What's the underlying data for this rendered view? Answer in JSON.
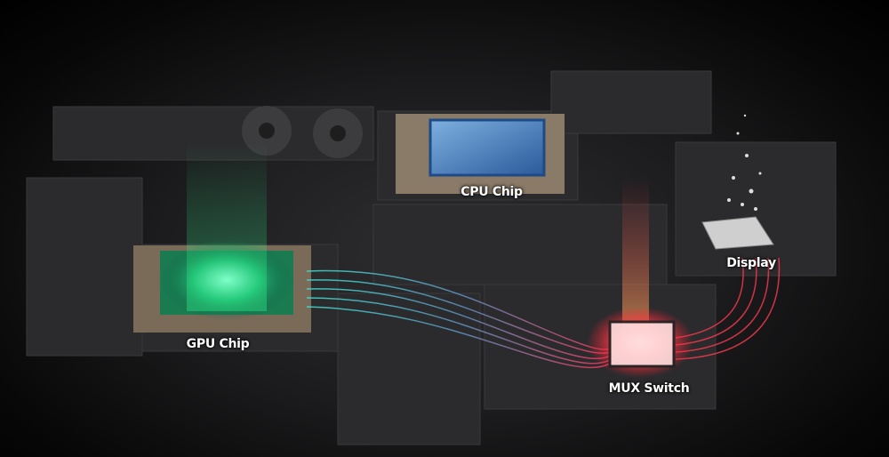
{
  "labels": {
    "cpu": "CPU Chip",
    "gpu": "GPU Chip",
    "mux": "MUX Switch",
    "display": "Display"
  },
  "colors": {
    "cpu": "#3a78c0",
    "gpu": "#2fe0a0",
    "mux": "#ff3040",
    "display": "#e0e0e0",
    "board": "#2a2a2c"
  }
}
